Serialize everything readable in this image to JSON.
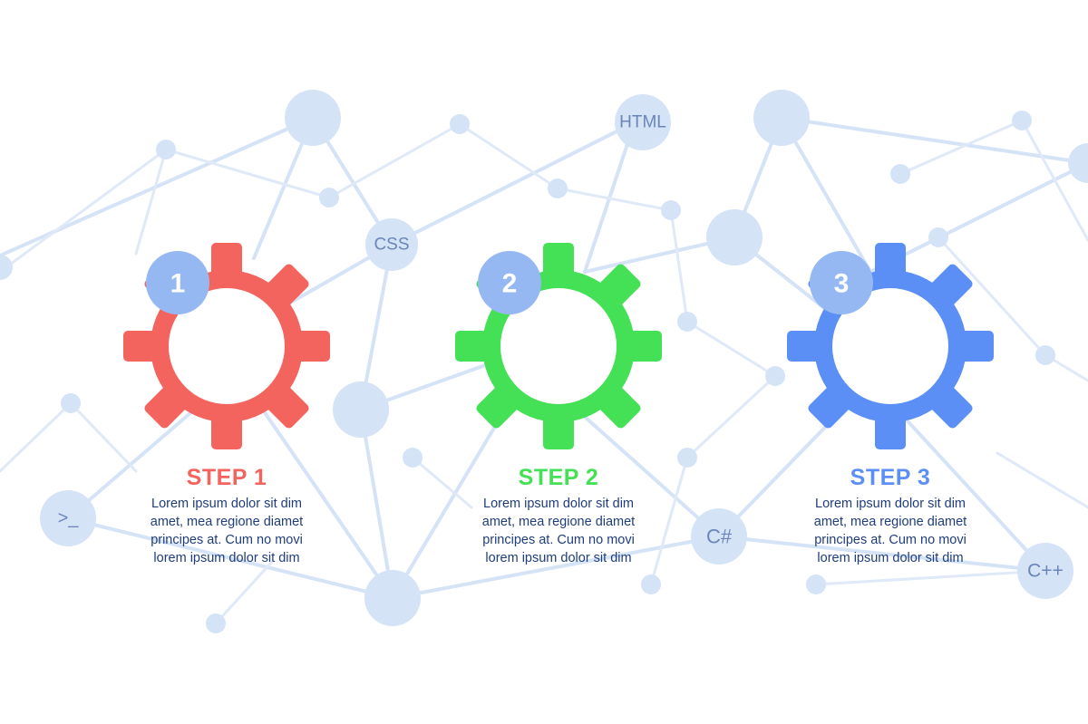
{
  "network": {
    "labels": {
      "css": "CSS",
      "html": "HTML",
      "csharp": "C#",
      "cpp": "C++",
      "terminal": ">_"
    }
  },
  "steps": [
    {
      "number": "1",
      "title": "STEP 1",
      "text": "Lorem ipsum dolor sit dim\namet, mea regione diamet\nprincipes at. Cum no movi\nlorem ipsum dolor sit dim",
      "color": "#f4645f"
    },
    {
      "number": "2",
      "title": "STEP 2",
      "text": "Lorem ipsum dolor sit dim\namet, mea regione diamet\nprincipes at. Cum no movi\nlorem ipsum dolor sit dim",
      "color": "#44e055"
    },
    {
      "number": "3",
      "title": "STEP 3",
      "text": "Lorem ipsum dolor sit dim\namet, mea regione diamet\nprincipes at. Cum no movi\nlorem ipsum dolor sit dim",
      "color": "#5b8ff5"
    }
  ],
  "colors": {
    "network": "#d5e3f7",
    "badge": "#95b8f2",
    "text": "#1f3d7a"
  }
}
